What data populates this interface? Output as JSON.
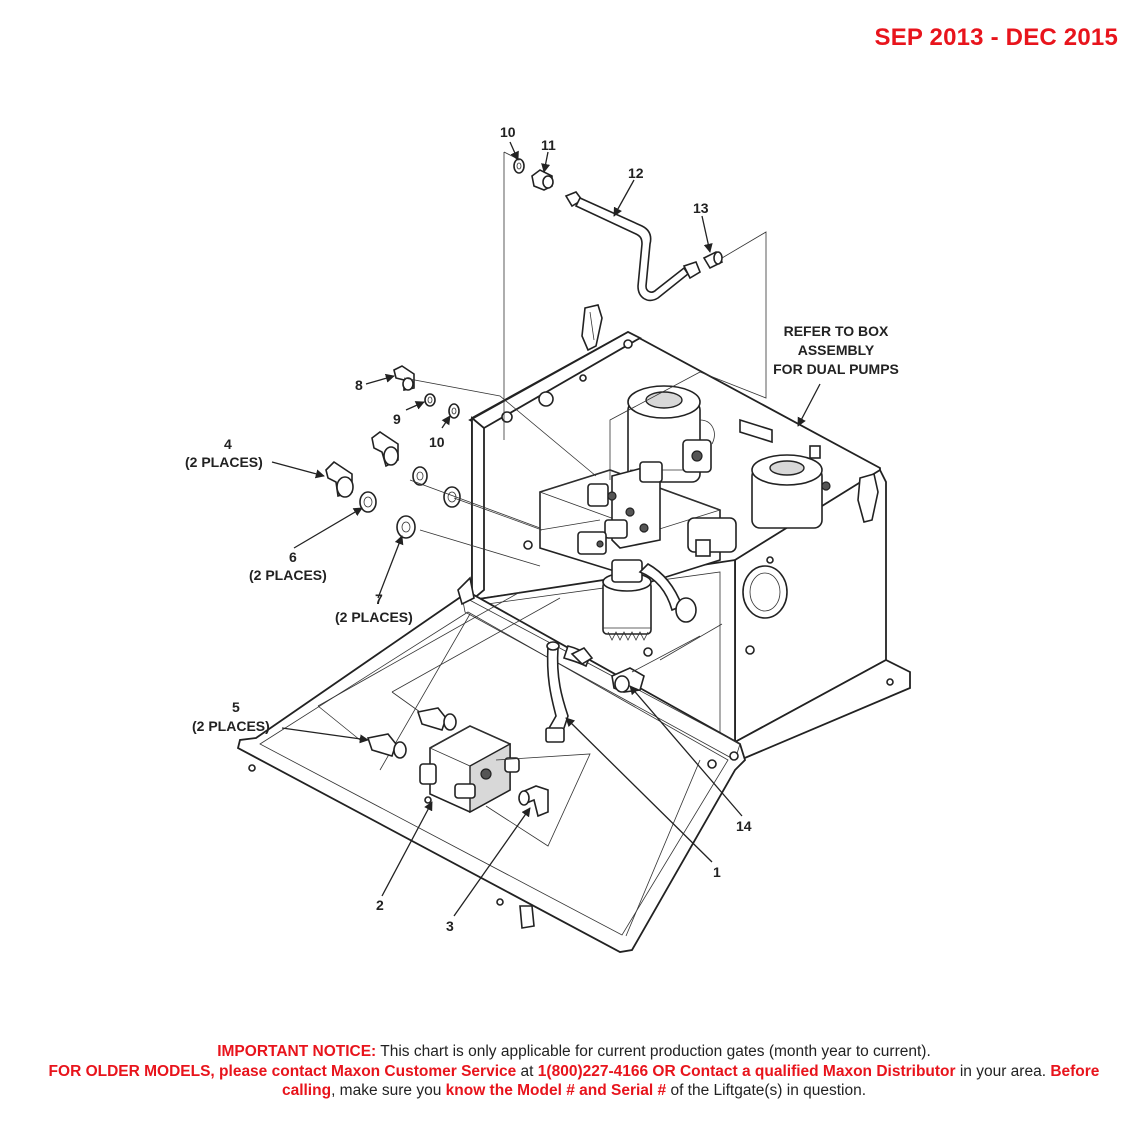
{
  "header": {
    "date_range": "SEP 2013 - DEC 2015"
  },
  "callouts": {
    "c1": "1",
    "c2": "2",
    "c3": "3",
    "c4": "4",
    "c4_note": "(2 PLACES)",
    "c5": "5",
    "c5_note": "(2 PLACES)",
    "c6": "6",
    "c6_note": "(2 PLACES)",
    "c7": "7",
    "c7_note": "(2 PLACES)",
    "c8": "8",
    "c9": "9",
    "c10a": "10",
    "c10b": "10",
    "c11": "11",
    "c12": "12",
    "c13": "13",
    "c14": "14"
  },
  "refer_note": {
    "line1": "REFER TO BOX",
    "line2": "ASSEMBLY",
    "line3": "FOR DUAL PUMPS"
  },
  "notice": {
    "label": "IMPORTANT NOTICE:",
    "text1": " This chart is only applicable for current production gates (month year to current).",
    "older_models": "FOR OLDER MODELS, please contact Maxon Customer Service",
    "at": " at ",
    "phone": "1(800)227-4166 OR Contact a qualified Maxon Distributor",
    "in_area": " in your area. ",
    "before_calling": "Before calling",
    "make_sure": ", make sure you ",
    "know": "know the Model # and Serial #",
    "tail": " of the Liftgate(s) in question."
  }
}
